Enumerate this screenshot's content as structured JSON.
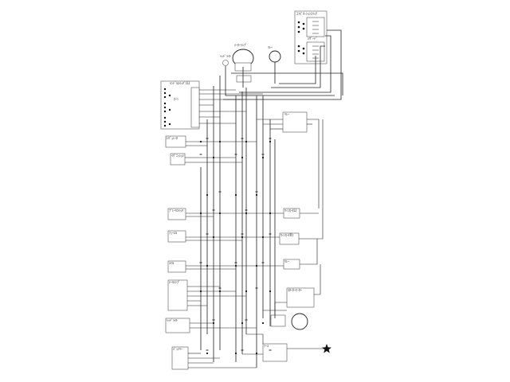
{
  "diagram": {
    "components": [
      {
        "id": "c_topright",
        "label": "ｺﾝﾋﾞﾈｰｼｮﾝｽｲｯﾁ",
        "sub": "ﾊｻﾞｰﾄﾞ"
      },
      {
        "id": "c_meter",
        "label": "ﾒｰﾀｰﾗﾝﾌﾟ"
      },
      {
        "id": "c_leftswitch",
        "label": "ﾊﾝﾄﾞﾙｽｲｯﾁﾞ(L)",
        "sub": "ﾎｰﾝ"
      },
      {
        "id": "c_headlamp",
        "label": "ﾍｯﾄﾞﾗｲﾄ"
      },
      {
        "id": "c_taillamp",
        "label": "ﾃｰﾙﾗﾝﾌﾟ"
      },
      {
        "id": "c_regulator",
        "label": "ﾚｷﾞｭﾚｰﾀ"
      },
      {
        "id": "c_ignition",
        "label": "ｲｸﾞﾆｯｼｮﾝ"
      },
      {
        "id": "c_winker_l",
        "label": "ｳｨﾝｶｰ(L)"
      },
      {
        "id": "c_winker_r",
        "label": "ｳｨﾝｶｰ(R)"
      },
      {
        "id": "c_relay",
        "label": "ﾘﾚｰ"
      },
      {
        "id": "c_brake",
        "label": "ﾌﾞﾚｰｷｽｲｯﾁ"
      },
      {
        "id": "c_fuel",
        "label": "ﾌｭｰｴﾙ"
      },
      {
        "id": "c_starter",
        "label": "ｽﾀｰﾀｰﾓｰﾀｰ"
      },
      {
        "id": "c_coil",
        "label": "ｺｲﾙ"
      },
      {
        "id": "c_battery",
        "label": "ﾊﾞｯﾃﾘｰ"
      },
      {
        "id": "c_ground",
        "label": "ｱｰｽ"
      }
    ]
  }
}
